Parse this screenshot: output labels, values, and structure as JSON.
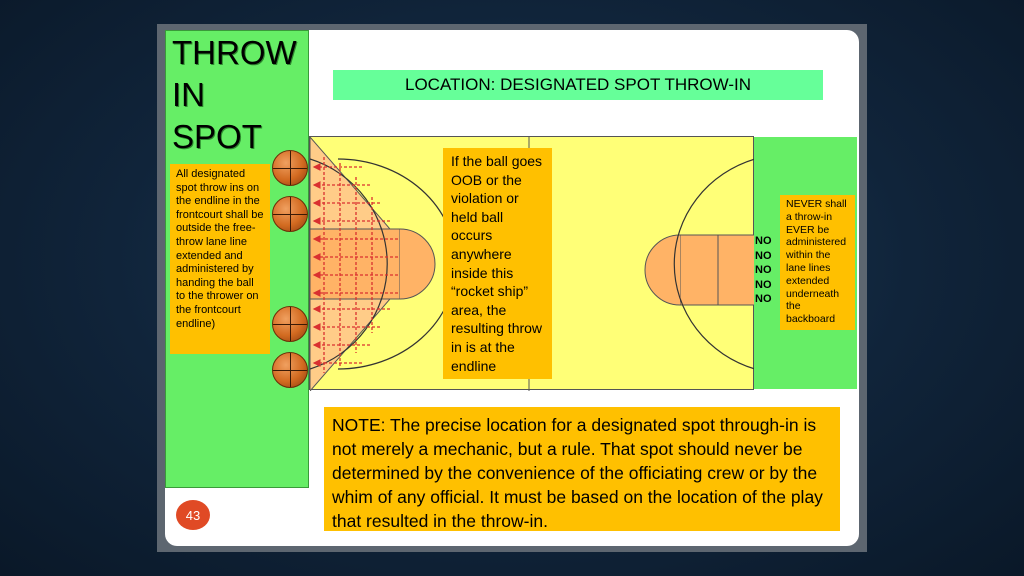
{
  "slide": {
    "title_lines": [
      "THROW",
      "IN",
      "SPOT"
    ],
    "location_banner": "LOCATION:  DESIGNATED SPOT THROW-IN",
    "left_note": "All designated spot throw ins on the endline in the frontcourt shall be outside the free-throw lane line extended and administered by handing the ball to the thrower on the frontcourt endline)",
    "center_note": "If the ball goes OOB or the violation or held ball occurs anywhere inside this “rocket ship” area, the resulting throw in is at the endline",
    "right_note": "NEVER shall a throw-in EVER be administered within the lane lines extended underneath the backboard",
    "no_labels": [
      "NO",
      "NO",
      "NO",
      "NO",
      "NO"
    ],
    "bottom_note": "NOTE:  The precise location for a designated spot through-in is not merely a mechanic, but a rule.  That spot should never be determined by the convenience of the officiating crew or by the whim of any official.  It must be based on the location of the play that resulted in the throw-in.",
    "page_number": "43"
  },
  "colors": {
    "green_panel": "#66ee66",
    "banner_green": "#66ff99",
    "note_orange": "#ffc000",
    "court_yellow": "#ffff77",
    "lane_orange": "#ffb366",
    "arrow_red": "#d93030",
    "page_badge": "#e04a25"
  },
  "icons": {
    "ball": "basketball-icon"
  }
}
